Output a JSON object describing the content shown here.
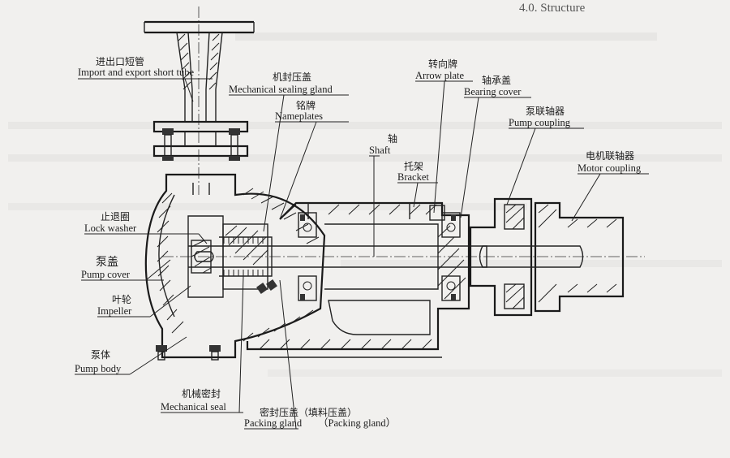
{
  "header_fragment": "4.0. Structure",
  "labels": {
    "import_tube_zh": "进出口短管",
    "import_tube_en": "Import and export short tube",
    "mech_gland_zh": "机封压盖",
    "mech_gland_en": "Mechanical sealing gland",
    "nameplate_zh": "铭牌",
    "nameplate_en": "Nameplates",
    "shaft_zh": "轴",
    "shaft_en": "Shaft",
    "bracket_zh": "托架",
    "bracket_en": "Bracket",
    "arrow_zh": "转向牌",
    "arrow_en": "Arrow plate",
    "bearing_zh": "轴承盖",
    "bearing_en": "Bearing cover",
    "pump_coupling_zh": "泵联轴器",
    "pump_coupling_en": "Pump coupling",
    "motor_coupling_zh": "电机联轴器",
    "motor_coupling_en": "Motor coupling",
    "lock_zh": "止退圈",
    "lock_en": "Lock washer",
    "cover_zh": "泵盖",
    "cover_en": "Pump cover",
    "impeller_zh": "叶轮",
    "impeller_en": "Impeller",
    "body_zh": "泵体",
    "body_en": "Pump body",
    "mseal_zh": "机械密封",
    "mseal_en": "Mechanical seal",
    "packing_zh": "密封压盖（填料压盖）",
    "packing_en": "Packing gland",
    "packing_en2": "（Packing gland）"
  }
}
